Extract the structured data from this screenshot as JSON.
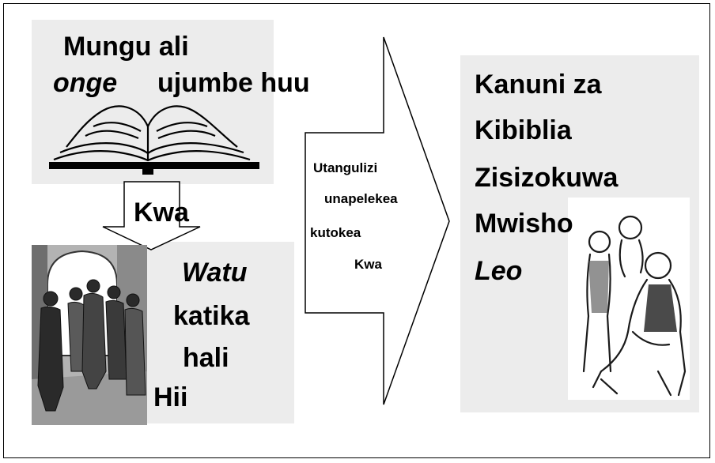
{
  "top_left": {
    "line1": "Mungu ali",
    "line2_italic": "onge",
    "line2_rest": "ujumbe huu"
  },
  "down_arrow": {
    "label": "Kwa"
  },
  "bottom_left": {
    "line1": "Watu",
    "line2": "katika",
    "line3": "hali",
    "line4": "Hii"
  },
  "center_arrow": {
    "line1": "Utangulizi",
    "line2": "unapelekea",
    "line3": "kutokea",
    "line4": "Kwa"
  },
  "right": {
    "line1": "Kanuni za",
    "line2": "Kibiblia",
    "line3": "Zisizokuwa",
    "line4": "Mwisho",
    "line5": "Leo"
  },
  "colors": {
    "panel": "#ececec",
    "ink": "#000000"
  },
  "icons": [
    "open-book-icon",
    "biblical-crowd-illustration",
    "father-children-illustration"
  ]
}
